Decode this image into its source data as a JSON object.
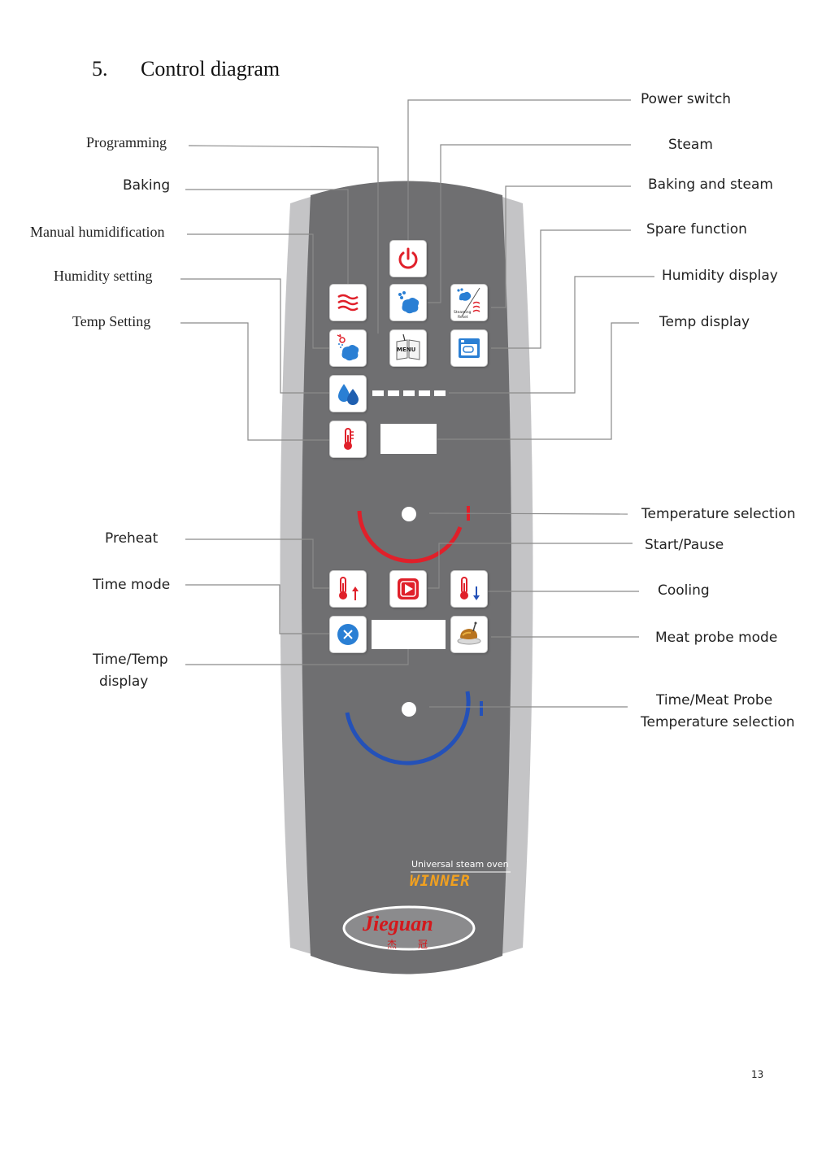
{
  "heading": {
    "number": "5.",
    "title": "Control diagram"
  },
  "labels": {
    "power_switch": "Power switch",
    "programming": "Programming",
    "steam": "Steam",
    "baking": "Baking",
    "baking_and_steam": "Baking and steam",
    "manual_humidification": "Manual humidification",
    "spare_function": "Spare function",
    "humidity_setting": "Humidity setting",
    "humidity_display": "Humidity display",
    "temp_setting": "Temp Setting",
    "temp_display": "Temp display",
    "temperature_selection": "Temperature selection",
    "preheat": "Preheat",
    "start_pause": "Start/Pause",
    "time_mode": "Time mode",
    "cooling": "Cooling",
    "meat_probe_mode": "Meat probe mode",
    "time_temp_display_line1": "Time/Temp",
    "time_temp_display_line2": "display",
    "time_meat_probe_line1": "Time/Meat Probe",
    "time_meat_probe_line2": "Temperature selection"
  },
  "panel": {
    "menu_label": "MENU",
    "steaming_reset_line1": "Steaming",
    "steaming_reset_line2": "Reset",
    "brand_caption": "Universal steam oven",
    "brand_name": "WINNER",
    "logo": "Jieguan",
    "logo_cn_1": "杰",
    "logo_cn_2": "冠"
  },
  "page_number": "13",
  "colors": {
    "panel_gray": "#6f6f71",
    "panel_rim": "#c4c4c6",
    "temp_arc": "#e0202a",
    "time_arc": "#2451b8",
    "leader": "#8a8a8a"
  }
}
